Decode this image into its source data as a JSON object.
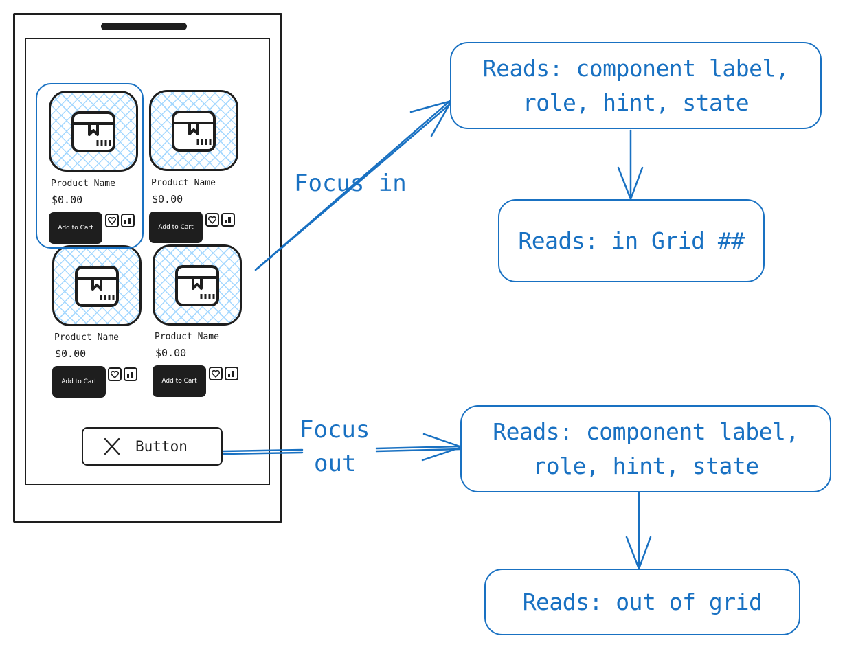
{
  "products": [
    {
      "name": "Product Name",
      "price": "$0.00",
      "cart_label": "Add to Cart"
    },
    {
      "name": "Product Name",
      "price": "$0.00",
      "cart_label": "Add to Cart"
    },
    {
      "name": "Product Name",
      "price": "$0.00",
      "cart_label": "Add to Cart"
    },
    {
      "name": "Product Name",
      "price": "$0.00",
      "cart_label": "Add to Cart"
    }
  ],
  "bottom_button": {
    "label": "Button"
  },
  "annotations": {
    "focus_in": "Focus in",
    "focus_out_line1": "Focus",
    "focus_out_line2": "out",
    "in_reads_1_line1": "Reads: component label,",
    "in_reads_1_line2": "role, hint, state",
    "in_reads_2": "Reads: in Grid ##",
    "out_reads_1_line1": "Reads: component label,",
    "out_reads_1_line2": "role, hint, state",
    "out_reads_2": "Reads: out of grid"
  },
  "colors": {
    "ink": "#1e1e1e",
    "annotation": "#1971c2",
    "hatch": "#a5d8ff"
  },
  "icons": {
    "product_image": "package-icon",
    "favorite": "heart-icon",
    "compare": "bar-chart-icon",
    "button": "x-icon"
  }
}
